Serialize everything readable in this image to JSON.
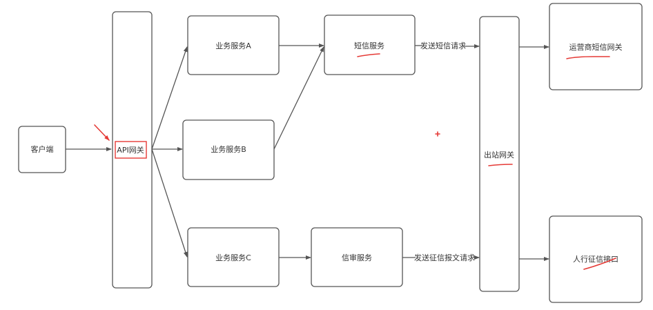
{
  "nodes": {
    "client": "客户端",
    "api_gateway": "API网关",
    "service_a": "业务服务A",
    "service_b": "业务服务B",
    "service_c": "业务服务C",
    "sms_service": "短信服务",
    "credit_review": "信审服务",
    "outbound_gateway": "出站网关",
    "carrier_sms_gateway": "运营商短信网关",
    "pboc_credit_api": "人行征信接口"
  },
  "edges": {
    "send_sms": "发送短信请求",
    "send_credit_report": "发送征信报文请求"
  },
  "colors": {
    "annotation": "#e53935",
    "stroke": "#555555"
  }
}
